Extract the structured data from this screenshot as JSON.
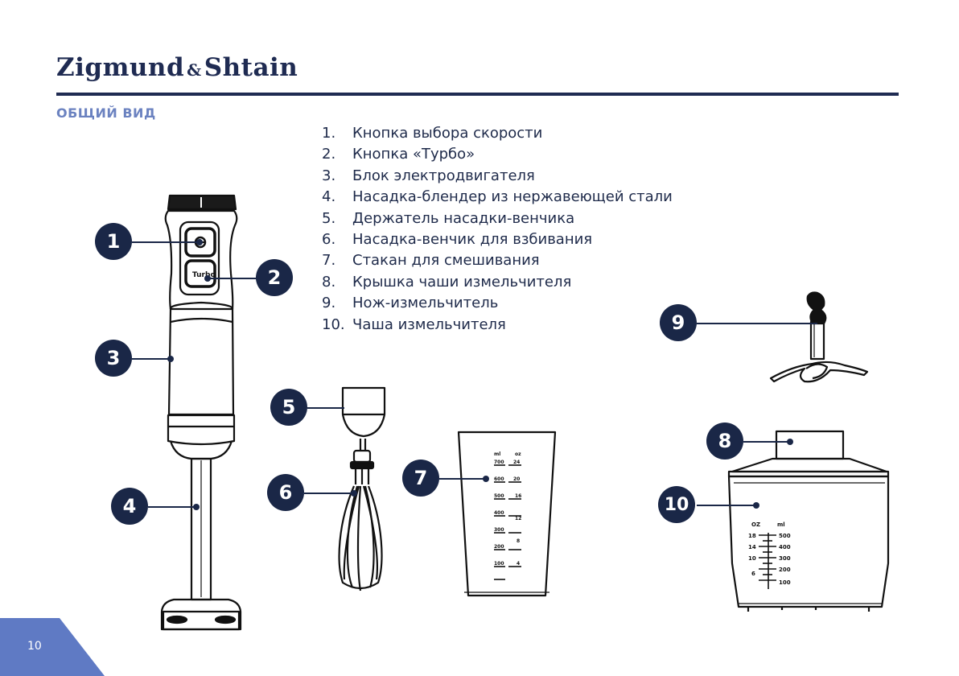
{
  "header": {
    "brand": "Zigmund & Shtain",
    "brand_left": "Zigmund",
    "brand_amp": "&",
    "brand_right": "Shtain"
  },
  "section_title": "ОБЩИЙ ВИД",
  "parts": [
    {
      "num": "1.",
      "label": "Кнопка выбора скорости"
    },
    {
      "num": "2.",
      "label": "Кнопка «Турбо»"
    },
    {
      "num": "3.",
      "label": "Блок электродвигателя"
    },
    {
      "num": "4.",
      "label": "Насадка-блендер из нержавеющей стали"
    },
    {
      "num": "5.",
      "label": "Держатель насадки-венчика"
    },
    {
      "num": "6.",
      "label": "Насадка-венчик для взбивания"
    },
    {
      "num": "7.",
      "label": "Стакан для смешивания"
    },
    {
      "num": "8.",
      "label": "Крышка чаши измельчителя"
    },
    {
      "num": "9.",
      "label": "Нож-измельчитель"
    },
    {
      "num": "10.",
      "label": "Чаша измельчителя"
    }
  ],
  "callouts": [
    "1",
    "2",
    "3",
    "4",
    "5",
    "6",
    "7",
    "8",
    "9",
    "10"
  ],
  "product_text": {
    "turbo_button": "Turbo",
    "beaker_units_left": "ml",
    "beaker_units_right": "oz",
    "beaker_ml": [
      "700",
      "600",
      "500",
      "400",
      "300",
      "200",
      "100"
    ],
    "beaker_oz": [
      "24",
      "20",
      "16",
      "12",
      "8",
      "4"
    ],
    "bowl_units_left": "OZ",
    "bowl_units_right": "ml",
    "bowl_oz": [
      "18",
      "14",
      "10",
      "6"
    ],
    "bowl_ml": [
      "500",
      "400",
      "300",
      "200",
      "100"
    ]
  },
  "colors": {
    "navy": "#1a2747",
    "brand": "#1f2b52",
    "accent_blue": "#6b82c0",
    "corner_blue": "#5f7ac4"
  },
  "footer": {
    "page_number": "10"
  }
}
